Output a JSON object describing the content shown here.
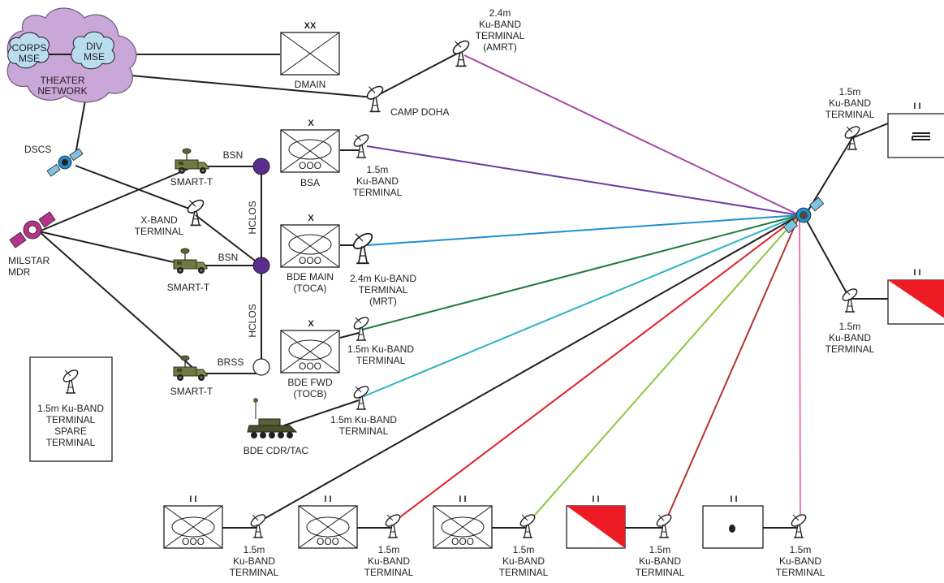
{
  "colors": {
    "cloud_fill": "#c9a7d8",
    "node_fill": "#b9dcef",
    "node_purple": "#5b2d8e",
    "milstar": "#b5338a",
    "dscs_panel": "#7fc3e0",
    "hub_panel": "#7fc3e0",
    "red": "#ed1c24",
    "link_amrt": "#a349a4",
    "link_bsa": "#6a3ea1",
    "link_main": "#1f8fce",
    "link_fwd": "#1f7a3a",
    "link_cdr": "#2ab3c5",
    "link_bn2": "#e31e24",
    "link_bn3": "#8dc63f",
    "link_bn4": "#b5332e",
    "link_bn5": "#f075b6",
    "link_black": "#231f20"
  },
  "cloud": {
    "corps": [
      "CORPS",
      "MSE"
    ],
    "div": [
      "DIV",
      "MSE"
    ],
    "network": [
      "THEATER",
      "NETWORK"
    ]
  },
  "dmain": {
    "echelon": "XX",
    "label": "DMAIN"
  },
  "amrt": [
    "2.4m",
    "Ku-BAND",
    "TERMINAL",
    "(AMRT)"
  ],
  "camp_doha": "CAMP DOHA",
  "dscs": "DSCS",
  "milstar": [
    "MILSTAR",
    "MDR"
  ],
  "x_band": [
    "X-BAND",
    "TERMINAL"
  ],
  "smart_t": "SMART-T",
  "bsn": "BSN",
  "brss": "BRSS",
  "hclos": "HCLOS",
  "bsa": {
    "echelon": "X",
    "label": "BSA",
    "terminal": [
      "1.5m",
      "Ku-BAND",
      "TERMINAL"
    ]
  },
  "bde_main": {
    "echelon": "X",
    "label": [
      "BDE MAIN",
      "(TOCA)"
    ],
    "terminal": [
      "2.4m Ku-BAND",
      "TERMINAL",
      "(MRT)"
    ]
  },
  "bde_fwd": {
    "echelon": "X",
    "label": [
      "BDE FWD",
      "(TOCB)"
    ],
    "terminal": [
      "1.5m Ku-BAND",
      "TERMINAL"
    ]
  },
  "bde_cdr": {
    "label": "BDE CDR/TAC",
    "terminal": [
      "1.5m Ku-BAND",
      "TERMINAL"
    ]
  },
  "spare": [
    "1.5m Ku-BAND",
    "TERMINAL",
    "SPARE",
    "TERMINAL"
  ],
  "ooo": "OOO",
  "battalion_echelon": "I I",
  "terminal_15": [
    "1.5m",
    "Ku-BAND",
    "TERMINAL"
  ]
}
